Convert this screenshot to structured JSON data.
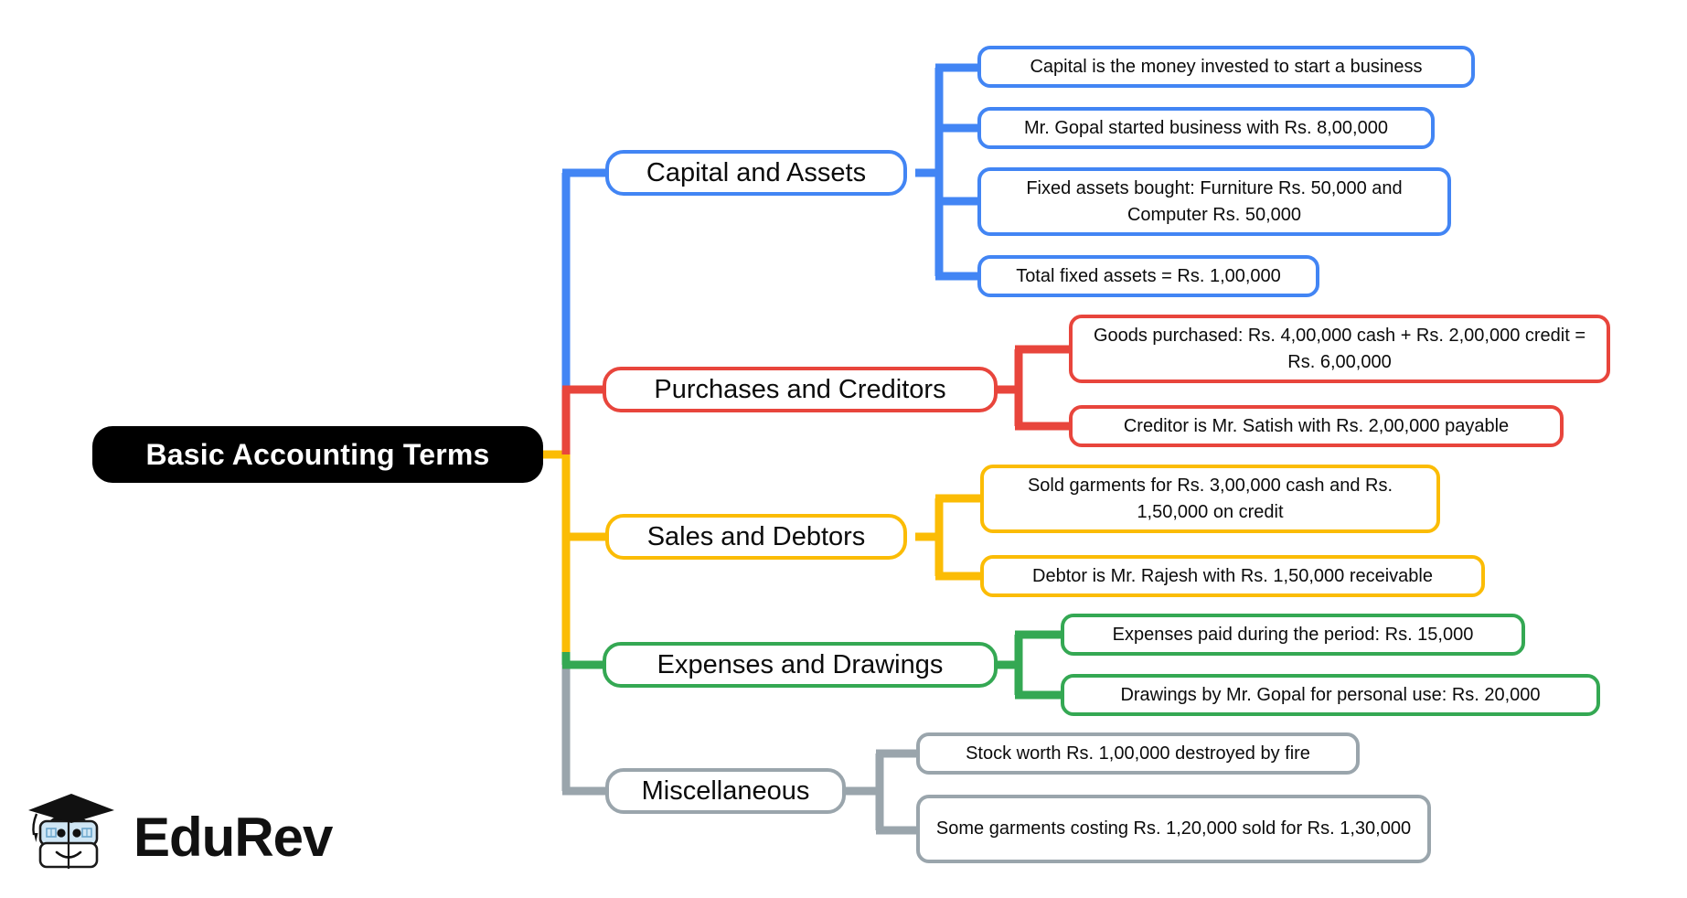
{
  "diagram": {
    "type": "mind-map",
    "title": "Basic Accounting Terms",
    "orientation": "left-to-right",
    "root": {
      "label": "Basic Accounting Terms",
      "fill": "#000000",
      "text_color": "#ffffff"
    },
    "palette": {
      "blue": "#4285f4",
      "red": "#e8453c",
      "yellow": "#fbbc05",
      "green": "#34a853",
      "grey": "#9aa5ac",
      "black": "#000000",
      "white": "#ffffff"
    },
    "branches": [
      {
        "label": "Capital and Assets",
        "color": "#4285f4",
        "color_name": "blue",
        "leaves": [
          {
            "text": "Capital is the money invested to start a business"
          },
          {
            "text": "Mr. Gopal started business with Rs. 8,00,000"
          },
          {
            "text": "Fixed assets bought: Furniture Rs. 50,000 and Computer Rs. 50,000"
          },
          {
            "text": "Total fixed assets = Rs. 1,00,000"
          }
        ]
      },
      {
        "label": "Purchases and Creditors",
        "color": "#e8453c",
        "color_name": "red",
        "leaves": [
          {
            "text": "Goods purchased: Rs. 4,00,000 cash + Rs. 2,00,000 credit = Rs. 6,00,000"
          },
          {
            "text": "Creditor is Mr. Satish with Rs. 2,00,000 payable"
          }
        ]
      },
      {
        "label": "Sales and Debtors",
        "color": "#fbbc05",
        "color_name": "yellow",
        "leaves": [
          {
            "text": "Sold garments for Rs. 3,00,000 cash and Rs. 1,50,000 on credit"
          },
          {
            "text": "Debtor is Mr. Rajesh with Rs. 1,50,000 receivable"
          }
        ]
      },
      {
        "label": "Expenses and Drawings",
        "color": "#34a853",
        "color_name": "green",
        "leaves": [
          {
            "text": "Expenses paid during the period: Rs. 15,000"
          },
          {
            "text": "Drawings by Mr. Gopal for personal use: Rs. 20,000"
          }
        ]
      },
      {
        "label": "Miscellaneous",
        "color": "#9aa5ac",
        "color_name": "grey",
        "leaves": [
          {
            "text": "Stock worth Rs. 1,00,000 destroyed by fire"
          },
          {
            "text": "Some garments costing Rs. 1,20,000 sold for Rs. 1,30,000"
          }
        ]
      }
    ]
  },
  "watermark": {
    "brand": "EduRev",
    "mark_name": "graduation-cap-book-mascot"
  }
}
